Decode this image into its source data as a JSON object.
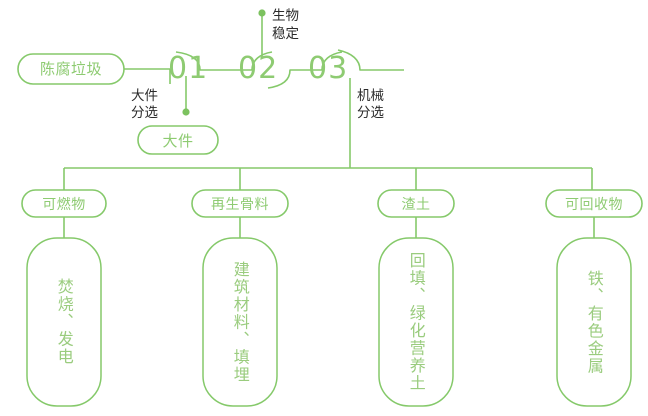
{
  "theme": {
    "accent_green": "#85c96a",
    "text_green": "#8ecb72",
    "box_text_green": "#9acc7e",
    "annotation_black": "#2b2b2b",
    "background": "#ffffff"
  },
  "source": {
    "label": "陈腐垃圾"
  },
  "stages": [
    {
      "number": "01",
      "annotation": "大件\n分选",
      "output_pill": "大件"
    },
    {
      "number": "02",
      "annotation": "生物\n稳定",
      "output_pill": ""
    },
    {
      "number": "03",
      "annotation": "机械\n分选",
      "output_pill": ""
    }
  ],
  "outputs": [
    {
      "pill": "可燃物",
      "detail": "焚烧、发电"
    },
    {
      "pill": "再生骨料",
      "detail": "建筑材料、填埋"
    },
    {
      "pill": "渣土",
      "detail": "回填、绿化营养土"
    },
    {
      "pill": "可回收物",
      "detail": "铁、有色金属"
    }
  ],
  "annotations": {
    "stage1_line1": "大件",
    "stage1_line2": "分选",
    "stage2_line1": "生物",
    "stage2_line2": "稳定",
    "stage3_line1": "机械",
    "stage3_line2": "分选"
  }
}
